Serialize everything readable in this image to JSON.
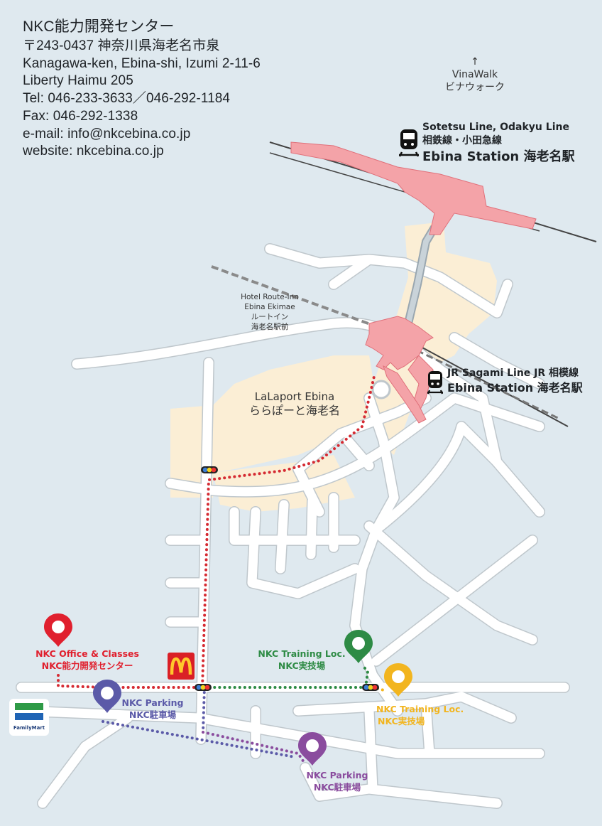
{
  "center_info": {
    "title": "NKC能力開発センター",
    "postal": "〒243-0437 神奈川県海老名市泉",
    "address_en": "Kanagawa-ken, Ebina-shi, Izumi 2-11-6",
    "building": "Liberty Haimu 205",
    "tel": "Tel: 046-233-3633／046-292-1184",
    "fax": "Fax: 046-292-1338",
    "email": "e-mail: info@nkcebina.co.jp",
    "website": "website: nkcebina.co.jp"
  },
  "landmarks": {
    "vinawalk_arrow": "↑",
    "vinawalk_en": "VinaWalk",
    "vinawalk_ja": "ビナウォーク",
    "hotel_line1": "Hotel Route-Inn",
    "hotel_line2": "Ebina Ekimae",
    "hotel_line3": "ルートイン",
    "hotel_line4": "海老名駅前",
    "lalaport_en": "LaLaport Ebina",
    "lalaport_ja": "ららぽーと海老名",
    "familymart": "FamilyMart"
  },
  "stations": {
    "north_lines_en": "Sotetsu Line, Odakyu Line",
    "north_lines_ja": "相鉄線・小田急線",
    "north_name": "Ebina Station 海老名駅",
    "south_lines": "JR Sagami Line JR 相模線",
    "south_name": "Ebina Station 海老名駅"
  },
  "markers": [
    {
      "line1": "NKC Office & Classes",
      "line2": "NKC能力開発センター",
      "color": "#e0202e"
    },
    {
      "line1": "NKC Parking",
      "line2": "NKC駐車場",
      "color": "#5b5aa8"
    },
    {
      "line1": "NKC Training Loc.",
      "line2": "NKC実技場",
      "color": "#2e8b45"
    },
    {
      "line1": "NKC Training Loc.",
      "line2": "NKC実技場",
      "color": "#f2b51f"
    },
    {
      "line1": "NKC Parking",
      "line2": "NKC駐車場",
      "color": "#8a4c9e"
    }
  ],
  "colors": {
    "water": "#dfe9ef",
    "building": "#fbeed5",
    "road": "#ffffff",
    "road_edge": "#bfc7cc",
    "station": "#f4a3a8",
    "station_edge": "#e0707a",
    "rail": "#555555"
  },
  "icons": [
    "train-icon",
    "mcdonalds-icon",
    "location-pin-icon"
  ]
}
